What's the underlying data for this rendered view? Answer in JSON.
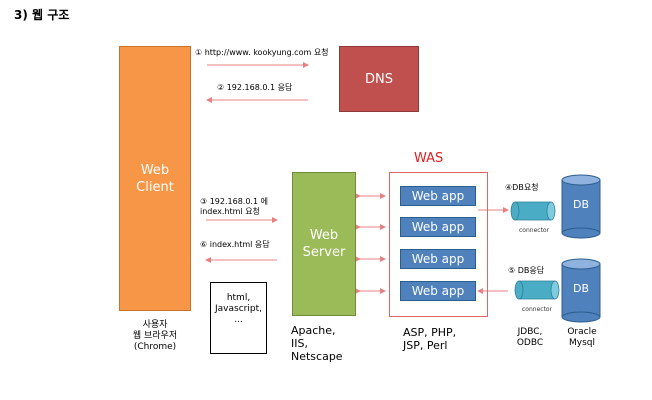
{
  "heading": "3) 웹 구조",
  "boxes": {
    "web_client": [
      "Web",
      "Client"
    ],
    "dns": "DNS",
    "web_server": [
      "Web",
      "Server"
    ],
    "was": "WAS",
    "db1": "DB",
    "db2": "DB"
  },
  "web_apps": [
    "Web app",
    "Web app",
    "Web app",
    "Web app"
  ],
  "note": [
    "html,",
    "Javascript,",
    "..."
  ],
  "messages": {
    "m1": "① http://www. kookyung.com 요청",
    "m2": "② 192.168.0.1 응답",
    "m3a": "③ 192.168.0.1 에",
    "m3b": "index.html 요청",
    "m6": "⑥ index.html 응답",
    "m4": "④DB요청",
    "m5": "⑤ DB응답"
  },
  "connector_label": "connector",
  "captions": {
    "client": [
      "사용자",
      "웹 브라우저",
      "(Chrome)"
    ],
    "server": [
      "Apache,",
      "IIS,",
      "Netscape"
    ],
    "was": [
      "ASP, PHP,",
      "JSP, Perl"
    ],
    "jdbc": [
      "JDBC,",
      "ODBC"
    ],
    "oracle": [
      "Oracle",
      "Mysql"
    ]
  },
  "colors": {
    "web_client": "#f79646",
    "dns": "#c0504d",
    "web_server": "#9bbb59",
    "web_app": "#4f81bd",
    "was_border": "#e06666",
    "db": "#4f81bd",
    "connector": "#4bacc6",
    "arrow": "#e88080"
  }
}
